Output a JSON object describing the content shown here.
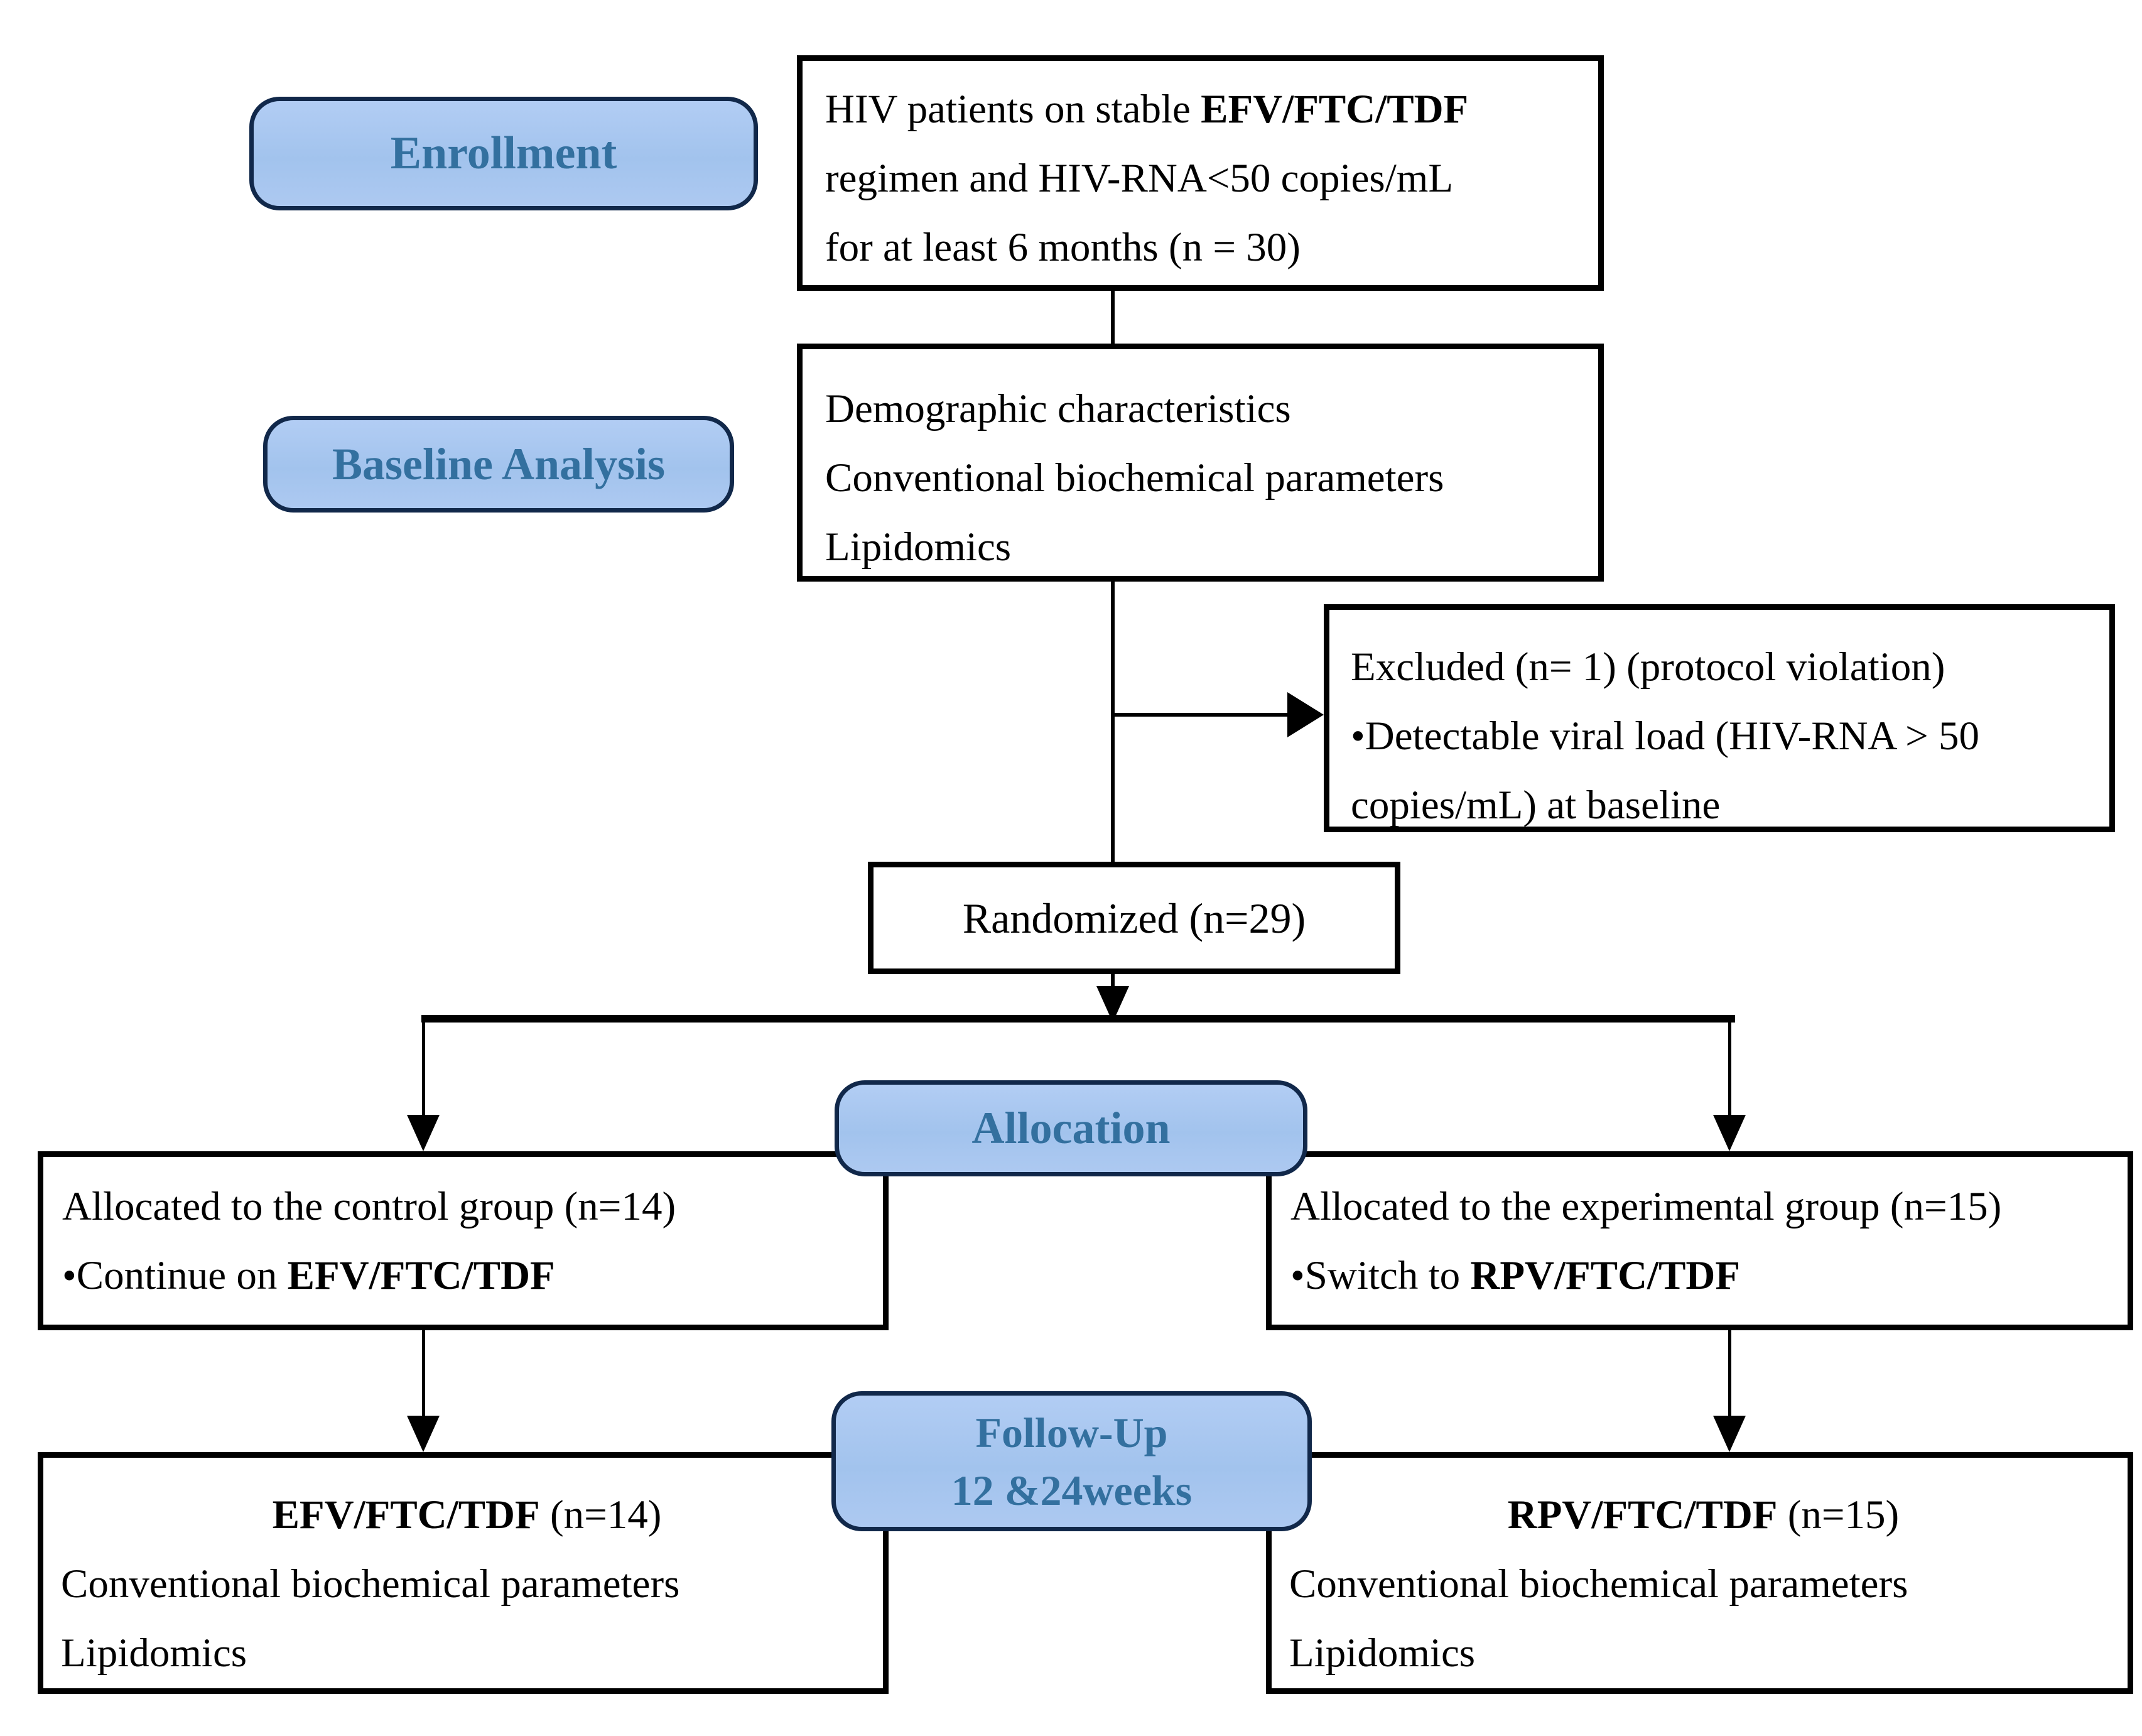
{
  "diagram": {
    "stages": {
      "enrollment": "Enrollment",
      "baseline": "Baseline Analysis",
      "allocation": "Allocation",
      "followup_line1": "Follow-Up",
      "followup_line2": "12 &24weeks"
    },
    "eligibility": {
      "l1_pre": "HIV patients on stable ",
      "l1_bold": "EFV/FTC/TDF",
      "l2": "regimen and HIV-RNA<50 copies/mL",
      "l3": "for at least 6 months (n = 30)"
    },
    "baseline_analysis": {
      "l1": "Demographic characteristics",
      "l2": "Conventional biochemical parameters",
      "l3": "Lipidomics"
    },
    "excluded": {
      "l1": "Excluded (n= 1) (protocol violation)",
      "l2": "•Detectable viral load (HIV-RNA > 50",
      "l3": "copies/mL) at baseline"
    },
    "randomized": {
      "label": "Randomized (n=29)"
    },
    "control": {
      "l1": "Allocated to the control group (n=14)",
      "l2_pre": "•Continue on ",
      "l2_bold": "EFV/FTC/TDF"
    },
    "experimental": {
      "l1": "Allocated to the experimental group (n=15)",
      "l2_pre": "•Switch to ",
      "l2_bold": "RPV/FTC/TDF"
    },
    "control_followup": {
      "l1_bold": "EFV/FTC/TDF",
      "l1_rest": " (n=14)",
      "l2": "Conventional biochemical parameters",
      "l3": "Lipidomics"
    },
    "experimental_followup": {
      "l1_bold": "RPV/FTC/TDF",
      "l1_rest": " (n=15)",
      "l2": "Conventional biochemical parameters",
      "l3": "Lipidomics"
    },
    "colors": {
      "stage_fill_top": "#b2cdf4",
      "stage_fill_bottom": "#a2c3ed",
      "stage_border": "#11284a",
      "stage_text": "#33709f",
      "box_border": "#000000",
      "connector": "#000000",
      "background": "#ffffff"
    }
  }
}
